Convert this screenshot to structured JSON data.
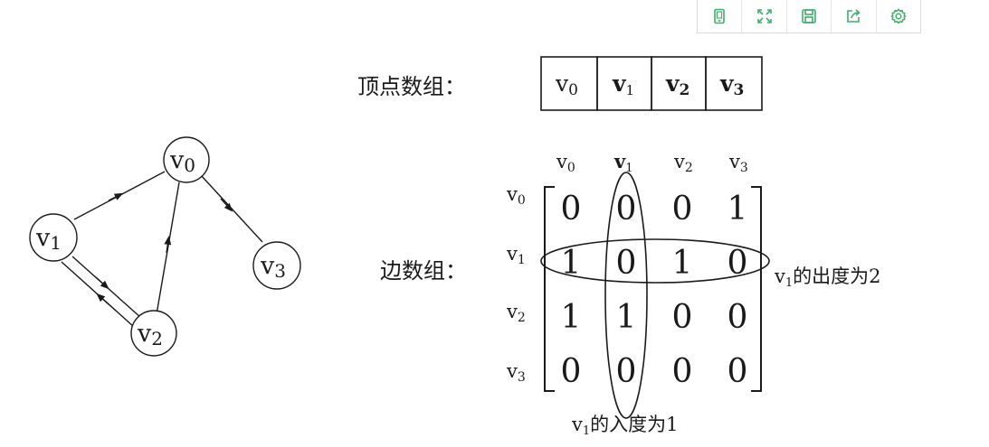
{
  "toolbar": {
    "items": [
      {
        "icon": "tablet-icon"
      },
      {
        "icon": "fullscreen-icon"
      },
      {
        "icon": "save-icon"
      },
      {
        "icon": "share-icon"
      },
      {
        "icon": "gear-icon"
      }
    ],
    "accent": "#3fae6a"
  },
  "graph": {
    "nodes": [
      "v",
      "v",
      "v",
      "v"
    ],
    "subs": [
      "0",
      "1",
      "2",
      "3"
    ]
  },
  "vertex_array": {
    "label": "顶点数组：",
    "cells": [
      {
        "v": "v",
        "s": "0"
      },
      {
        "v": "v",
        "s": "1"
      },
      {
        "v": "v",
        "s": "2"
      },
      {
        "v": "v",
        "s": "3"
      }
    ]
  },
  "edge_array": {
    "label": "边数组：",
    "col_headers": [
      {
        "v": "v",
        "s": "0"
      },
      {
        "v": "v",
        "s": "1"
      },
      {
        "v": "v",
        "s": "2"
      },
      {
        "v": "v",
        "s": "3"
      }
    ],
    "row_headers": [
      {
        "v": "v",
        "s": "0"
      },
      {
        "v": "v",
        "s": "1"
      },
      {
        "v": "v",
        "s": "2"
      },
      {
        "v": "v",
        "s": "3"
      }
    ],
    "matrix": [
      [
        "0",
        "0",
        "0",
        "1"
      ],
      [
        "1",
        "0",
        "1",
        "0"
      ],
      [
        "1",
        "1",
        "0",
        "0"
      ],
      [
        "0",
        "0",
        "0",
        "0"
      ]
    ]
  },
  "annotations": {
    "out_degree": {
      "v": "v",
      "s": "1",
      "text": "的出度为2"
    },
    "in_degree": {
      "v": "v",
      "s": "1",
      "text": "的入度为1"
    }
  }
}
